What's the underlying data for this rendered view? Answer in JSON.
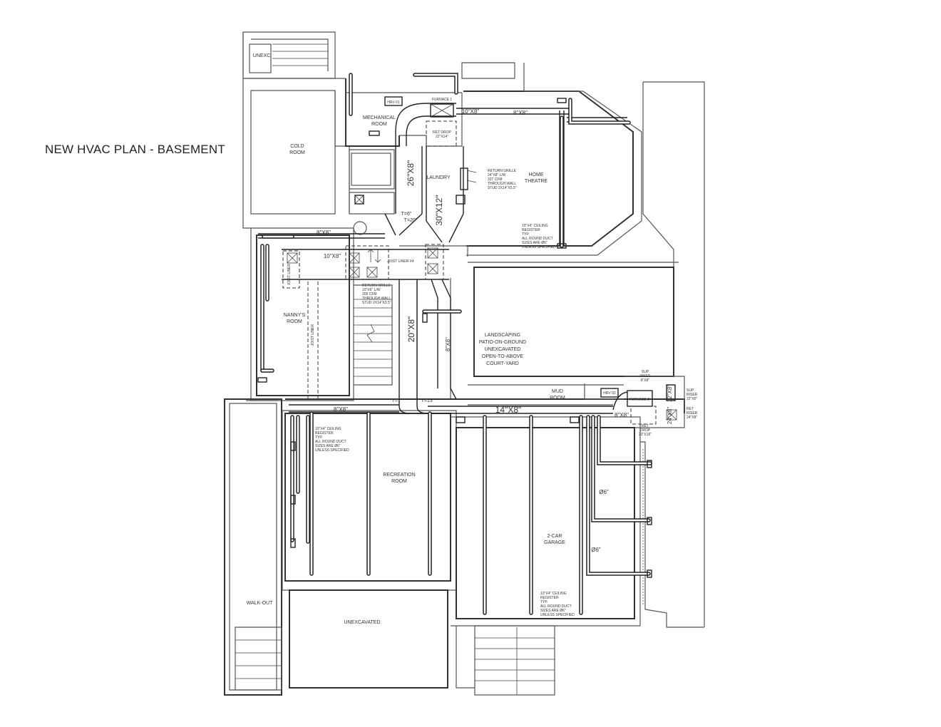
{
  "title": "NEW HVAC PLAN - BASEMENT",
  "rooms": {
    "unexc_top": "UNEXC.",
    "cold_room": [
      "COLD",
      "ROOM"
    ],
    "mechanical_room": [
      "MECHANICAL",
      "ROOM"
    ],
    "laundry": "LAUNDRY",
    "home_theatre": [
      "HOME",
      "THEATRE"
    ],
    "nannys_room": [
      "NANNY'S",
      "ROOM"
    ],
    "landscaping": [
      "LANDSCAPING",
      "PATIO-ON-GROUND",
      "UNEXCAVATED",
      "OPEN-TO-ABOVE",
      "COURT-YARD"
    ],
    "mud_room": [
      "MUD",
      "ROOM"
    ],
    "recreation_room": [
      "RECREATION",
      "ROOM"
    ],
    "garage": [
      "2-CAR",
      "GARAGE"
    ],
    "walk_out": "WALK-OUT",
    "unexcavated_bottom": "UNEXCAVATED"
  },
  "equipment": {
    "furnace": "FURNACE 1",
    "hrv1": "HRV 01",
    "hrv2": "HRV 02",
    "furnace2": "FURNACE 2",
    "ret_drop_top": [
      "RET DROP",
      "22\"X14\""
    ],
    "ret_drop_bottom": [
      "RET",
      "DROP",
      "22\"X18\""
    ],
    "sup_riser_top": [
      "SUP",
      "RISER",
      "8\"X8\""
    ],
    "sup_riser_right": [
      "SUP",
      "RISER",
      "22\"X6\""
    ],
    "ret_riser_right": [
      "RET",
      "RISER",
      "24\"X8\""
    ]
  },
  "ducts": {
    "d10x8": "10\"X8\"",
    "d8x8_top": "8\"X8\"",
    "d26x8": "26\"X8\"",
    "d30x12": "30\"X12\"",
    "d8x8_nanny": "8\"X8\"",
    "d10x8_nanny": "10\"X8\"",
    "d20x8": "20\"X8\"",
    "d8x8_vert": "8\"X8\"",
    "d8x8_rec": "8\"X8\"",
    "d14x8": "14\"X8\"",
    "d8x8_mud": "8\"X8\"",
    "d24x8_right": "24\"X8\"",
    "d12x8_right": "12\"X8\"",
    "t6": "T=6\"",
    "t20": "T=20\"",
    "t7": "T=7\"",
    "t13": "T=13\"",
    "dia6_a": "Ø6\"",
    "dia6_b": "Ø6\""
  },
  "notes": {
    "return_grille_theatre": [
      "RETURN GRILLE",
      "24\"X8\" L/W",
      "337 CFM",
      "THROUGH WALL",
      "STUD 2X14\"X5.5\""
    ],
    "return_grille_stair": [
      "RETURN GRILLE",
      "10\"X6\" L/W",
      "205 CFM",
      "THROUGH WALL",
      "STUD 2X14\"X3.5\""
    ],
    "ceiling_register_theatre": [
      "10\"X4\" CEILING",
      "REGISTER",
      "TYP.",
      "ALL ROUND DUCT",
      "SIZES ARE Ø6\"",
      "UNLESS SPECIFIED"
    ],
    "ceiling_register_rec": [
      "10\"X4\" CEILING",
      "REGISTER",
      "TYP.",
      "ALL ROUND DUCT",
      "SIZES ARE Ø6\"",
      "UNLESS SPECIFIED"
    ],
    "ceiling_register_garage": [
      "10\"X4\" CEILING",
      "REGISTER",
      "TYP.",
      "ALL ROUND DUCT",
      "SIZES ARE Ø6\"",
      "UNLESS SPECIFIED"
    ],
    "joist_liner_a": "JOIST LINER",
    "joist_liner_b": "JOIST LINER X4",
    "joist_liner_c": "JOIST LINER"
  }
}
